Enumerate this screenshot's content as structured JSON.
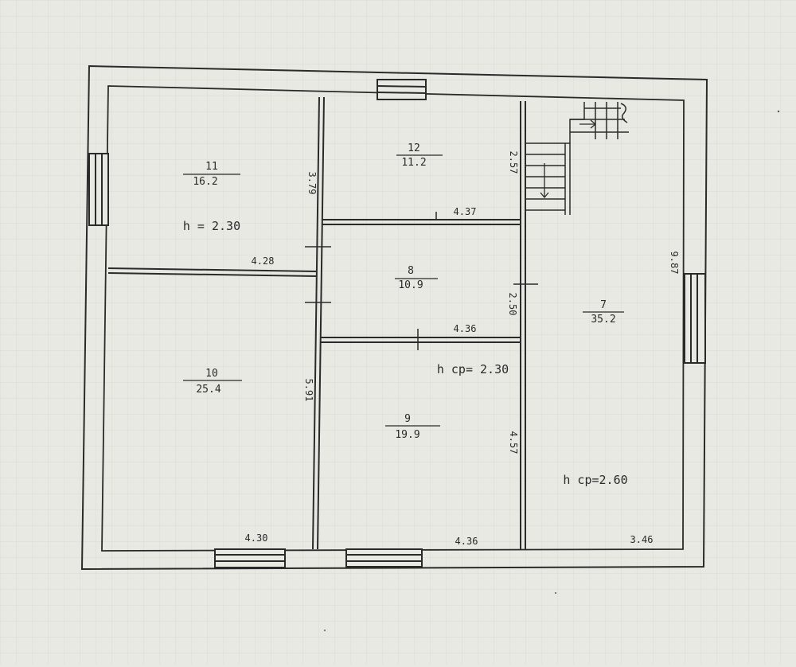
{
  "plan": {
    "rooms": [
      {
        "id": "r11",
        "number": "11",
        "area": "16.2"
      },
      {
        "id": "r12",
        "number": "12",
        "area": "11.2"
      },
      {
        "id": "r8",
        "number": "8",
        "area": "10.9"
      },
      {
        "id": "r10",
        "number": "10",
        "area": "25.4"
      },
      {
        "id": "r9",
        "number": "9",
        "area": "19.9"
      },
      {
        "id": "r7",
        "number": "7",
        "area": "35.2"
      }
    ],
    "dimensions": {
      "d_r11_height": "3.79",
      "d_r12_width": "4.37",
      "d_r12_height": "2.57",
      "d_r11_width": "4.28",
      "d_r8_height": "2.50",
      "d_r8_width": "4.36",
      "d_r7_height": "9.87",
      "d_r10_height": "5.91",
      "d_r9_height": "4.57",
      "d_r10_width": "4.30",
      "d_r9_width": "4.36",
      "d_r7_width": "3.46"
    },
    "heights": {
      "h_left": "h = 2.30",
      "h_mid": "h ср= 2.30",
      "h_right": "h ср=2.60"
    }
  },
  "colors": {
    "paper": "#e9e9e4",
    "grid": "#d2d3ce",
    "ink": "#2a2a2a"
  }
}
